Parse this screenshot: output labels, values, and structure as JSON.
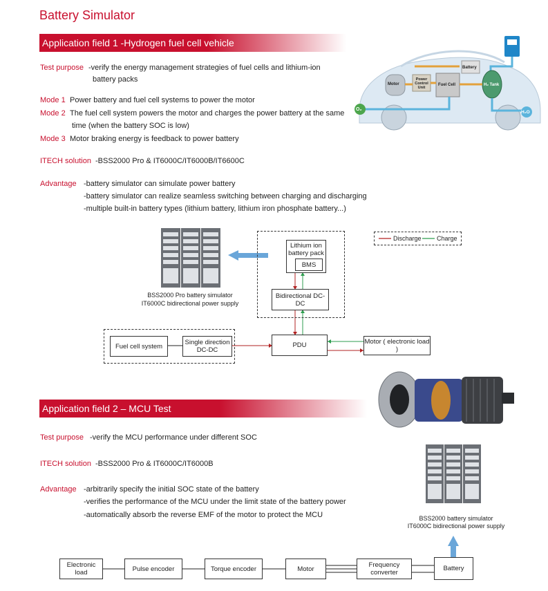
{
  "title": "Battery Simulator",
  "app1": {
    "banner": "Application field 1 -Hydrogen fuel cell vehicle",
    "test_purpose_label": "Test purpose",
    "test_purpose_line1": "-verify the energy management strategies of fuel cells and lithium-ion",
    "test_purpose_line2": "battery packs",
    "modes": [
      {
        "label": "Mode 1",
        "line1": "Power battery and fuel cell systems to power the motor",
        "line2": ""
      },
      {
        "label": "Mode 2",
        "line1": "The fuel cell system powers the motor and charges the power battery at the same",
        "line2": "time (when the battery SOC is low)"
      },
      {
        "label": "Mode 3",
        "line1": "Motor braking energy is feedback to power battery",
        "line2": ""
      }
    ],
    "solution_label": "ITECH solution",
    "solution_text": "-BSS2000 Pro & IT6000C/IT6000B/IT6600C",
    "advantage_label": "Advantage",
    "advantages": [
      "-battery simulator can simulate power battery",
      "-battery simulator can realize seamless switching between charging and discharging",
      "-multiple built-in battery types (lithium battery, lithium iron phosphate battery...)"
    ],
    "car": {
      "motor": "Motor",
      "pcu": "Power Control Unit",
      "battery": "Battery",
      "fuel_cell": "Fuel Cell",
      "tank": "H₂ Tank",
      "o2": "O₂",
      "h2o": "H₂O",
      "h2": "H₂"
    },
    "diagram": {
      "legend_discharge": "Discharge",
      "legend_charge": "Charge",
      "li_pack": "Lithium ion battery pack",
      "bms": "BMS",
      "dcdc": "Bidirectional DC-DC",
      "fuel_cell_system": "Fuel cell system",
      "single_dcdc_1": "Single direction",
      "single_dcdc_2": "DC-DC",
      "pdu": "PDU",
      "motor": "Motor ( electronic load )",
      "caption1": "BSS2000 Pro battery simulator",
      "caption2": "IT6000C bidirectional power supply"
    },
    "colors": {
      "discharge": "#b22222",
      "charge": "#2e9e4f",
      "accent": "#c8102e",
      "arrow_blue": "#6aa6d9"
    }
  },
  "app2": {
    "banner": "Application field 2 – MCU Test",
    "test_purpose_label": "Test purpose",
    "test_purpose_text": "-verify the MCU performance under different SOC",
    "solution_label": "ITECH solution",
    "solution_text": "-BSS2000 Pro & IT6000C/IT6000B",
    "advantage_label": "Advantage",
    "advantages": [
      "-arbitrarily specify the initial SOC state of the battery",
      "-verifies the performance of the MCU under the limit state of the battery power",
      "-automatically absorb the reverse EMF of the motor to protect the MCU"
    ],
    "caption1": "BSS2000 battery simulator",
    "caption2": "IT6000C bidirectional power supply",
    "chain": [
      "Electronic load",
      "Pulse encoder",
      "Torque encoder",
      "Motor",
      "Frequency converter",
      "Battery"
    ]
  }
}
